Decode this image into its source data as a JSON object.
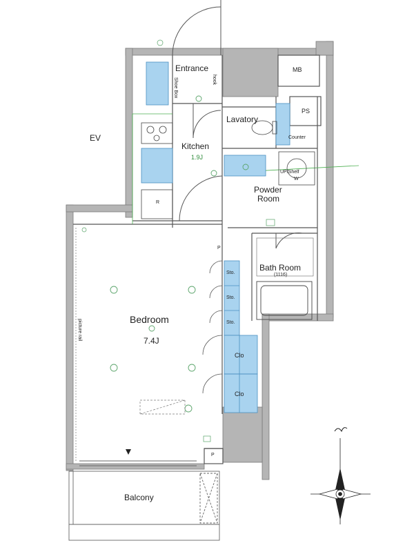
{
  "plan": {
    "rooms": {
      "entrance": "Entrance",
      "shoe_box": "Shoe Box",
      "hook": "hook",
      "mb": "MB",
      "ps": "PS",
      "lavatory": "Lavatory",
      "counter": "Counter",
      "ev": "EV",
      "kitchen": "Kitchen",
      "kitchen_size": "1.9J",
      "up_shelf": "UP/Shelf",
      "w": "W",
      "r": "R",
      "powder_room_line1": "Powder",
      "powder_room_line2": "Room",
      "bath_room": "Bath Room",
      "bath_size": "(1116)",
      "bedroom": "Bedroom",
      "bedroom_size": "7.4J",
      "picture_rail": "picture rail",
      "storage_1": "Sto.",
      "storage_2": "Sto.",
      "storage_3": "Sto.",
      "closet_1": "Clo",
      "closet_2": "Clo",
      "p_1": "P",
      "p_2": "P",
      "balcony": "Balcony"
    }
  },
  "colors": {
    "wall": "#b5b5b5",
    "wall_outline": "#7a7a7a",
    "fixture": "#a9d3ef",
    "fixture_edge": "#4a8fc0",
    "green_line": "#4caf50"
  }
}
